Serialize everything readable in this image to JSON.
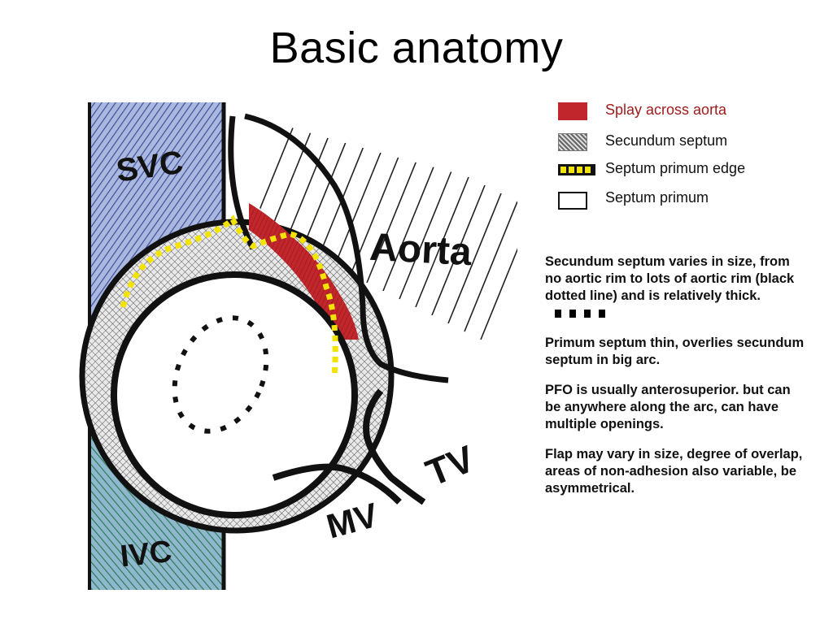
{
  "slide": {
    "title": "Basic anatomy"
  },
  "diagram": {
    "label_svc": "SVC",
    "label_ivc": "IVC",
    "label_aorta": "Aorta",
    "label_tv": "TV",
    "label_mv": "MV"
  },
  "legend": {
    "items": [
      {
        "label": "Splay across aorta",
        "color": "#c0262b"
      },
      {
        "label": "Secundum septum"
      },
      {
        "label": "Septum primum edge",
        "color": "#f2e400"
      },
      {
        "label": "Septum primum"
      }
    ]
  },
  "notes": [
    "Secundum septum varies in size, from no aortic rim to lots of aortic rim (black dotted line) and is relatively thick.",
    "Primum septum thin, overlies secundum septum in big arc.",
    "PFO is usually anterosuperior. but can be anywhere along the arc, can have multiple openings.",
    "Flap may vary in size, degree of overlap, areas of non-adhesion also variable, be asymmetrical."
  ],
  "colors": {
    "vein_blue": "#5b74b4",
    "vein_green": "#2f7a55",
    "aorta_red": "#c0262b",
    "edge_yellow": "#f2e400"
  }
}
